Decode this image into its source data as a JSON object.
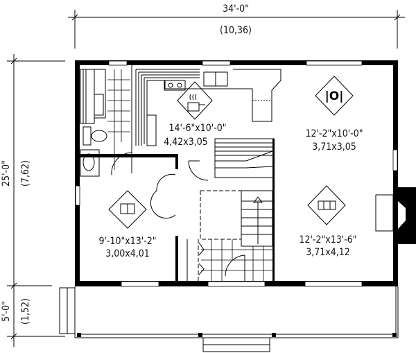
{
  "dimensions": {
    "width_imperial": "34'-0\"",
    "width_metric": "(10,36)",
    "depth_imperial": "25'-0\"",
    "depth_metric": "(7,62)",
    "porch_imperial": "5'-0\"",
    "porch_metric": "(1,52)"
  },
  "rooms": {
    "kitchen": {
      "icon": "cooking-pot-icon",
      "size_imperial": "14'-6\"x10'-0\"",
      "size_metric": "4,42x3,05"
    },
    "dining": {
      "icon": "plate-cutlery-icon",
      "size_imperial": "12'-2\"x10'-0\"",
      "size_metric": "3,71x3,05"
    },
    "study": {
      "icon": "book-icon",
      "size_imperial": "9'-10\"x13'-2\"",
      "size_metric": "3,00x4,01"
    },
    "living": {
      "icon": "sofa-icon",
      "size_imperial": "12'-2\"x13'-6\"",
      "size_metric": "3,71x4,12"
    }
  }
}
